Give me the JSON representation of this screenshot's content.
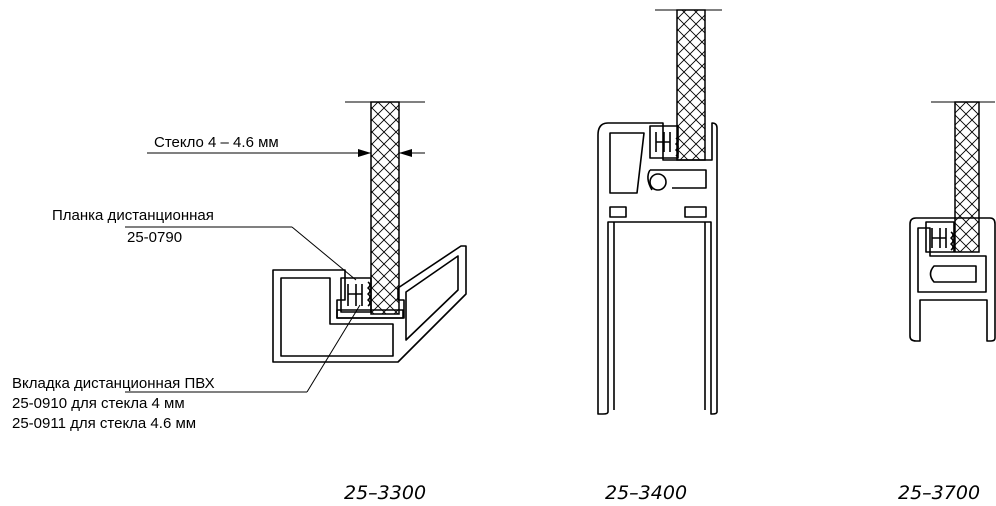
{
  "labels": {
    "glass": "Стекло 4 – 4.6 мм",
    "spacer_plate_title": "Планка дистанционная",
    "spacer_plate_code": "25-0790",
    "insert_title": "Вкладка дистанционная ПВХ",
    "insert_line1": "25-0910 для стекла 4 мм",
    "insert_line2": "25-0911 для стекла 4.6 мм"
  },
  "profiles": [
    {
      "code": "25–3300"
    },
    {
      "code": "25–3400"
    },
    {
      "code": "25–3700"
    }
  ]
}
